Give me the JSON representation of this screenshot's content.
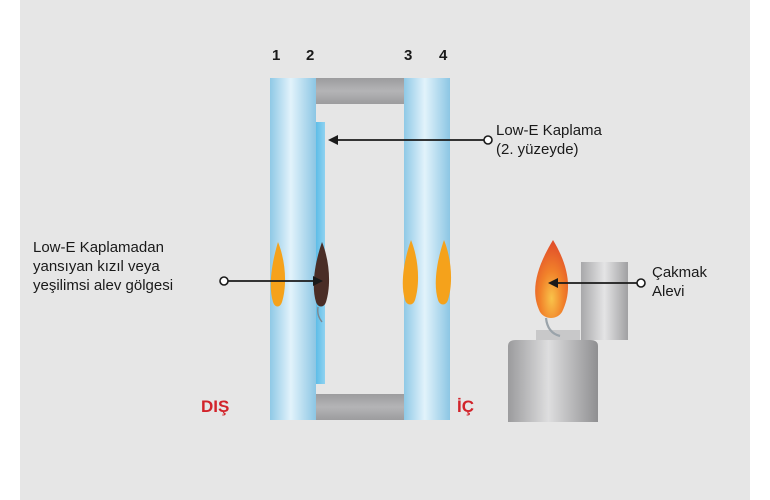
{
  "surfaces": [
    "1",
    "2",
    "3",
    "4"
  ],
  "callouts": {
    "coating": {
      "line1": "Low-E Kaplama",
      "line2": "(2. yüzeyde)"
    },
    "reflection": {
      "line1": "Low-E Kaplamadan",
      "line2": "yansıyan kızıl veya",
      "line3": "yeşilimsi alev gölgesi"
    },
    "lighter": {
      "line1": "Çakmak",
      "line2": "Alevi"
    }
  },
  "sides": {
    "outside": "DIŞ",
    "inside": "İÇ"
  },
  "colors": {
    "background": "#e6e6e6",
    "glass": "#a9d6ec",
    "coating": "#6cc4ea",
    "spacer": "#a4a4a6",
    "flame": "#f5a21b",
    "flame_shadow": "#4a2d26",
    "label_red": "#d2232a",
    "lighter_metal": "#bdbdbf"
  }
}
